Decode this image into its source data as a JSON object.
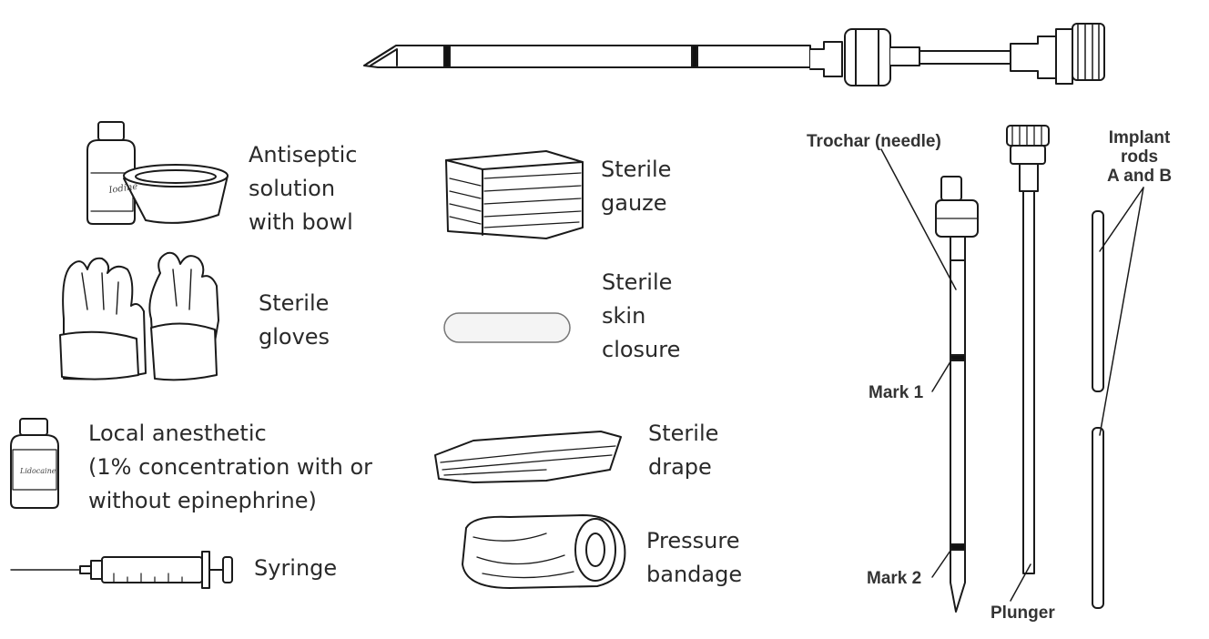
{
  "supplies": {
    "antiseptic": "Antiseptic\nsolution\nwith bowl",
    "gloves": "Sterile\ngloves",
    "anesthetic": "Local anesthetic\n(1% concentration with or\nwithout epinephrine)",
    "syringe": "Syringe",
    "gauze": "Sterile\ngauze",
    "skin_closure": "Sterile\nskin\nclosure",
    "drape": "Sterile\ndrape",
    "bandage": "Pressure\nbandage"
  },
  "bottle_labels": {
    "iodine": "Iodine",
    "lidocaine": "Lidocaine"
  },
  "implant_parts": {
    "trochar": "Trochar (needle)",
    "mark1": "Mark 1",
    "mark2": "Mark 2",
    "plunger": "Plunger",
    "rods": "Implant\nrods\nA and B"
  }
}
